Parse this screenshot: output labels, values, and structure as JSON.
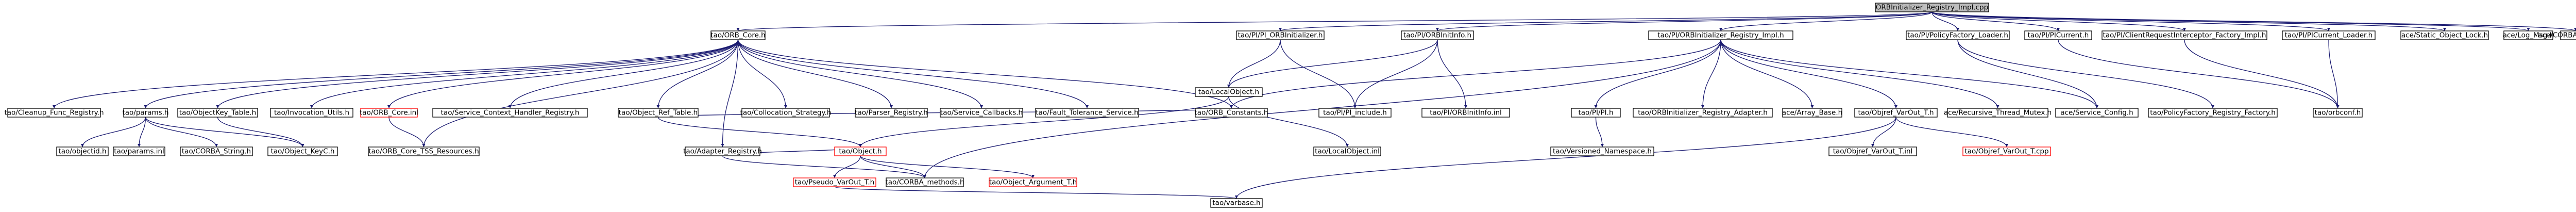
{
  "graph": {
    "nodes": [
      {
        "id": "root",
        "label": "ORBInitializer_Registry_Impl.cpp",
        "root": true
      },
      {
        "id": "orb_core_h",
        "label": "tao/ORB_Core.h"
      },
      {
        "id": "piorbinit_h",
        "label": "tao/PI/PI_ORBInitializer.h"
      },
      {
        "id": "piorbinfo_h",
        "label": "tao/PI/ORBInitInfo.h"
      },
      {
        "id": "pireg_impl_h",
        "label": "tao/PI/ORBInitializer_Registry_Impl.h"
      },
      {
        "id": "pipolicy_loader_h",
        "label": "tao/PI/PolicyFactory_Loader.h"
      },
      {
        "id": "picurrent_h",
        "label": "tao/PI/PICurrent.h"
      },
      {
        "id": "pi_client_impl_h",
        "label": "tao/PI/ClientRequestInterceptor_Factory_Impl.h"
      },
      {
        "id": "picurrent_loader_h",
        "label": "tao/PI/PICurrent_Loader.h"
      },
      {
        "id": "static_lock_h",
        "label": "ace/Static_Object_Lock.h"
      },
      {
        "id": "log_msg_h",
        "label": "ace/Log_Msg.h"
      },
      {
        "id": "corba_macros_h",
        "label": "ace/CORBA_macros.h"
      },
      {
        "id": "cleanup_h",
        "label": "tao/Cleanup_Func_Registry.h"
      },
      {
        "id": "pseudo_h",
        "label": "tao/params.h"
      },
      {
        "id": "objkey_table_h",
        "label": "tao/ObjectKey_Table.h"
      },
      {
        "id": "invoc_utils_h",
        "label": "tao/Invocation_Utils.h"
      },
      {
        "id": "orb_core_inl",
        "label": "tao/ORB_Core.inl",
        "red": true
      },
      {
        "id": "scx_h",
        "label": "tao/Service_Context_Handler_Registry.h"
      },
      {
        "id": "objref_table_h",
        "label": "tao/Object_Ref_Table.h"
      },
      {
        "id": "collocation_h",
        "label": "tao/Collocation_Strategy.h"
      },
      {
        "id": "parser_reg_h",
        "label": "tao/Parser_Registry.h"
      },
      {
        "id": "svc_callbacks_h",
        "label": "tao/Service_Callbacks.h"
      },
      {
        "id": "fault_tol_h",
        "label": "tao/Fault_Tolerance_Service.h"
      },
      {
        "id": "orb_constants_h",
        "label": "tao/ORB_Constants.h"
      },
      {
        "id": "piorbinit_fwd",
        "label": "tao/PI/PI_include.h"
      },
      {
        "id": "pi_orbinfo_inl",
        "label": "tao/PI/ORBInitInfo.inl"
      },
      {
        "id": "localobj_h",
        "label": "tao/LocalObject.h"
      },
      {
        "id": "pi_h",
        "label": "tao/PI/PI.h"
      },
      {
        "id": "adapter_h",
        "label": "tao/ORBInitializer_Registry_Adapter.h"
      },
      {
        "id": "array_base_h",
        "label": "ace/Array_Base.h"
      },
      {
        "id": "objvar_h",
        "label": "tao/Objref_VarOut_T.h"
      },
      {
        "id": "recursive_mutex_h",
        "label": "ace/Recursive_Thread_Mutex.h"
      },
      {
        "id": "svc_config_h",
        "label": "ace/Service_Config.h"
      },
      {
        "id": "policy_reg_h",
        "label": "tao/PolicyFactory_Registry_Factory.h"
      },
      {
        "id": "orbconf_h",
        "label": "tao/orbconf.h"
      },
      {
        "id": "objectid_h",
        "label": "tao/objectid.h"
      },
      {
        "id": "params_inl",
        "label": "tao/params.inl"
      },
      {
        "id": "corba_string_h",
        "label": "tao/CORBA_String.h"
      },
      {
        "id": "objkey_h",
        "label": "tao/Object_KeyC.h"
      },
      {
        "id": "tss_res_h",
        "label": "tao/ORB_Core_TSS_Resources.h"
      },
      {
        "id": "adapter_reg_h",
        "label": "tao/Adapter_Registry.h"
      },
      {
        "id": "object_h",
        "label": "tao/Object.h",
        "red": true
      },
      {
        "id": "localobj_inl",
        "label": "tao/LocalObject.inl"
      },
      {
        "id": "versioned_ns_h",
        "label": "tao/Versioned_Namespace.h"
      },
      {
        "id": "objvar_inl",
        "label": "tao/Objref_VarOut_T.inl"
      },
      {
        "id": "objvar_cpp",
        "label": "tao/Objref_VarOut_T.cpp",
        "red": true
      },
      {
        "id": "pseudo_var_h",
        "label": "tao/Pseudo_VarOut_T.h",
        "red": true
      },
      {
        "id": "corba_methods_h",
        "label": "tao/CORBA_methods.h"
      },
      {
        "id": "object_arg_h",
        "label": "tao/Object_Argument_T.h",
        "red": true
      },
      {
        "id": "varbase_h",
        "label": "tao/varbase.h"
      }
    ]
  }
}
